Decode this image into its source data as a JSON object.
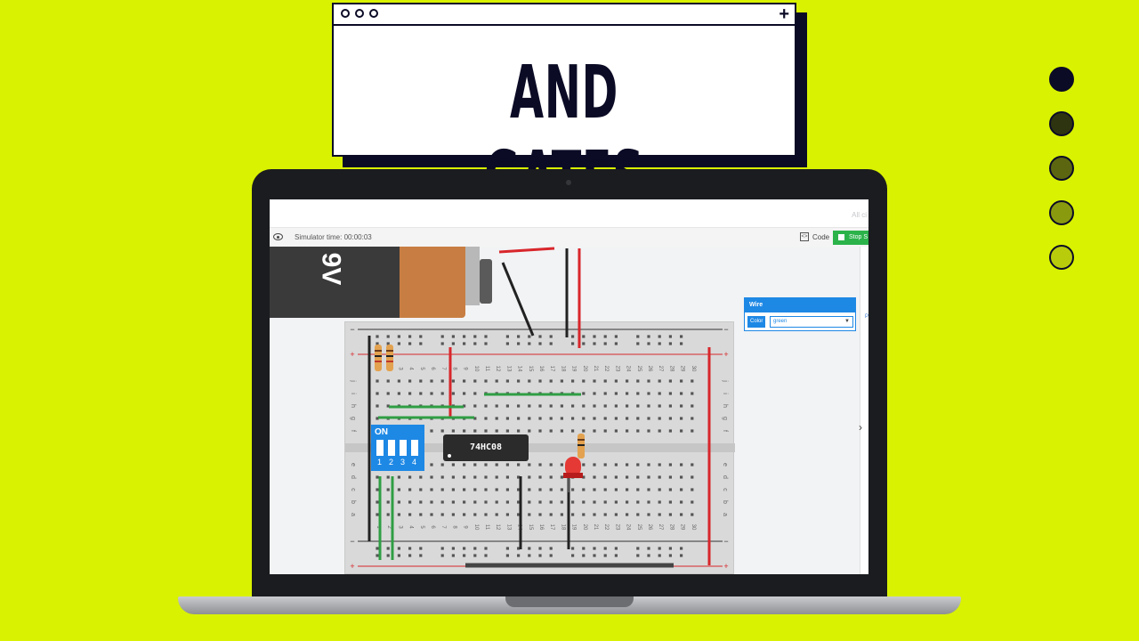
{
  "title_card": {
    "title": "AND GATES WIRING"
  },
  "side_dots": [
    {
      "color": "#0b0b26"
    },
    {
      "color": "#2f3410"
    },
    {
      "color": "#5c6611"
    },
    {
      "color": "#8a9a0f"
    },
    {
      "color": "#b8cc0c"
    }
  ],
  "app": {
    "topbar_text": "All ci",
    "simulator_time": "Simulator time: 00:00:03",
    "code_label": "Code",
    "stop_label": "Stop S",
    "rail_letter": "P",
    "wire_panel": {
      "header": "Wire",
      "color_label": "Color",
      "color_value": "green"
    },
    "battery_label": "9V",
    "chip_label": "74HC08",
    "dip": {
      "label": "ON",
      "numbers": [
        "1",
        "2",
        "3",
        "4"
      ]
    },
    "breadboard": {
      "column_numbers": [
        "1",
        "2",
        "3",
        "4",
        "5",
        "6",
        "7",
        "8",
        "9",
        "10",
        "11",
        "12",
        "13",
        "14",
        "15",
        "16",
        "17",
        "18",
        "19",
        "20",
        "21",
        "22",
        "23",
        "24",
        "25",
        "26",
        "27",
        "28",
        "29",
        "30"
      ],
      "row_letters_top": [
        "j",
        "i",
        "h",
        "g",
        "f"
      ],
      "row_letters_bottom": [
        "e",
        "d",
        "c",
        "b",
        "a"
      ],
      "rail_minus": "−",
      "rail_plus": "+"
    }
  }
}
